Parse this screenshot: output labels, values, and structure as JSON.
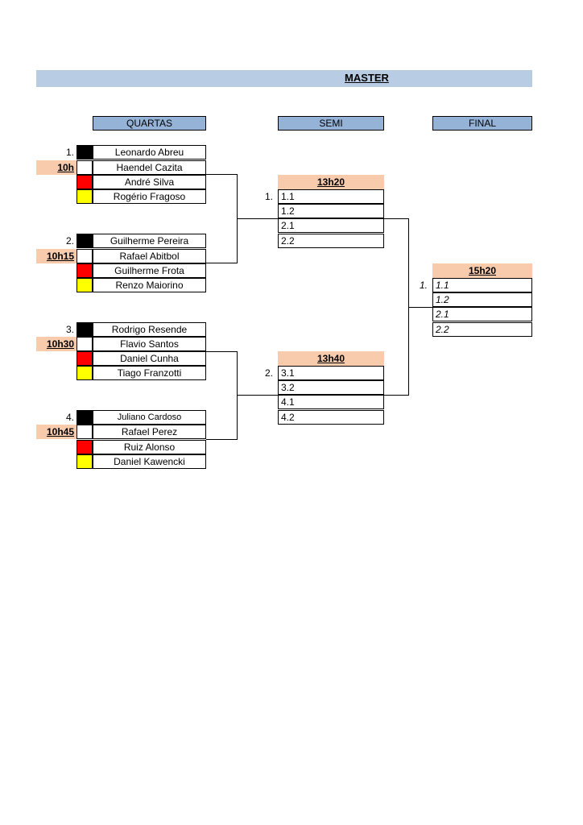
{
  "title": "MASTER",
  "rounds": {
    "quartas": "QUARTAS",
    "semi": "SEMI",
    "final": "FINAL"
  },
  "groups": [
    {
      "num": "1.",
      "time": "10h",
      "players": [
        "Leonardo Abreu",
        "Haendel Cazita",
        "André Silva",
        "Rogério Fragoso"
      ]
    },
    {
      "num": "2.",
      "time": "10h15",
      "players": [
        "Guilherme Pereira",
        "Rafael Abitbol",
        "Guilherme Frota",
        "Renzo Maiorino"
      ]
    },
    {
      "num": "3.",
      "time": "10h30",
      "players": [
        "Rodrigo Resende",
        "Flavio Santos",
        "Daniel Cunha",
        "Tiago Franzotti"
      ]
    },
    {
      "num": "4.",
      "time": "10h45",
      "players": [
        "Juliano Cardoso",
        "Rafael Perez",
        "Ruiz Alonso",
        "Daniel Kawencki"
      ]
    }
  ],
  "semis": [
    {
      "num": "1.",
      "time": "13h20",
      "slots": [
        "1.1",
        "1.2",
        "2.1",
        "2.2"
      ]
    },
    {
      "num": "2.",
      "time": "13h40",
      "slots": [
        "3.1",
        "3.2",
        "4.1",
        "4.2"
      ]
    }
  ],
  "final": {
    "num": "1.",
    "time": "15h20",
    "slots": [
      "1.1",
      "1.2",
      "2.1",
      "2.2"
    ]
  },
  "colors": {
    "header_blue": "#95b3d7",
    "title_blue": "#b8cde4",
    "time_peach": "#f8cbad",
    "red": "#ff0000",
    "yellow": "#ffff00",
    "black": "#000000"
  }
}
